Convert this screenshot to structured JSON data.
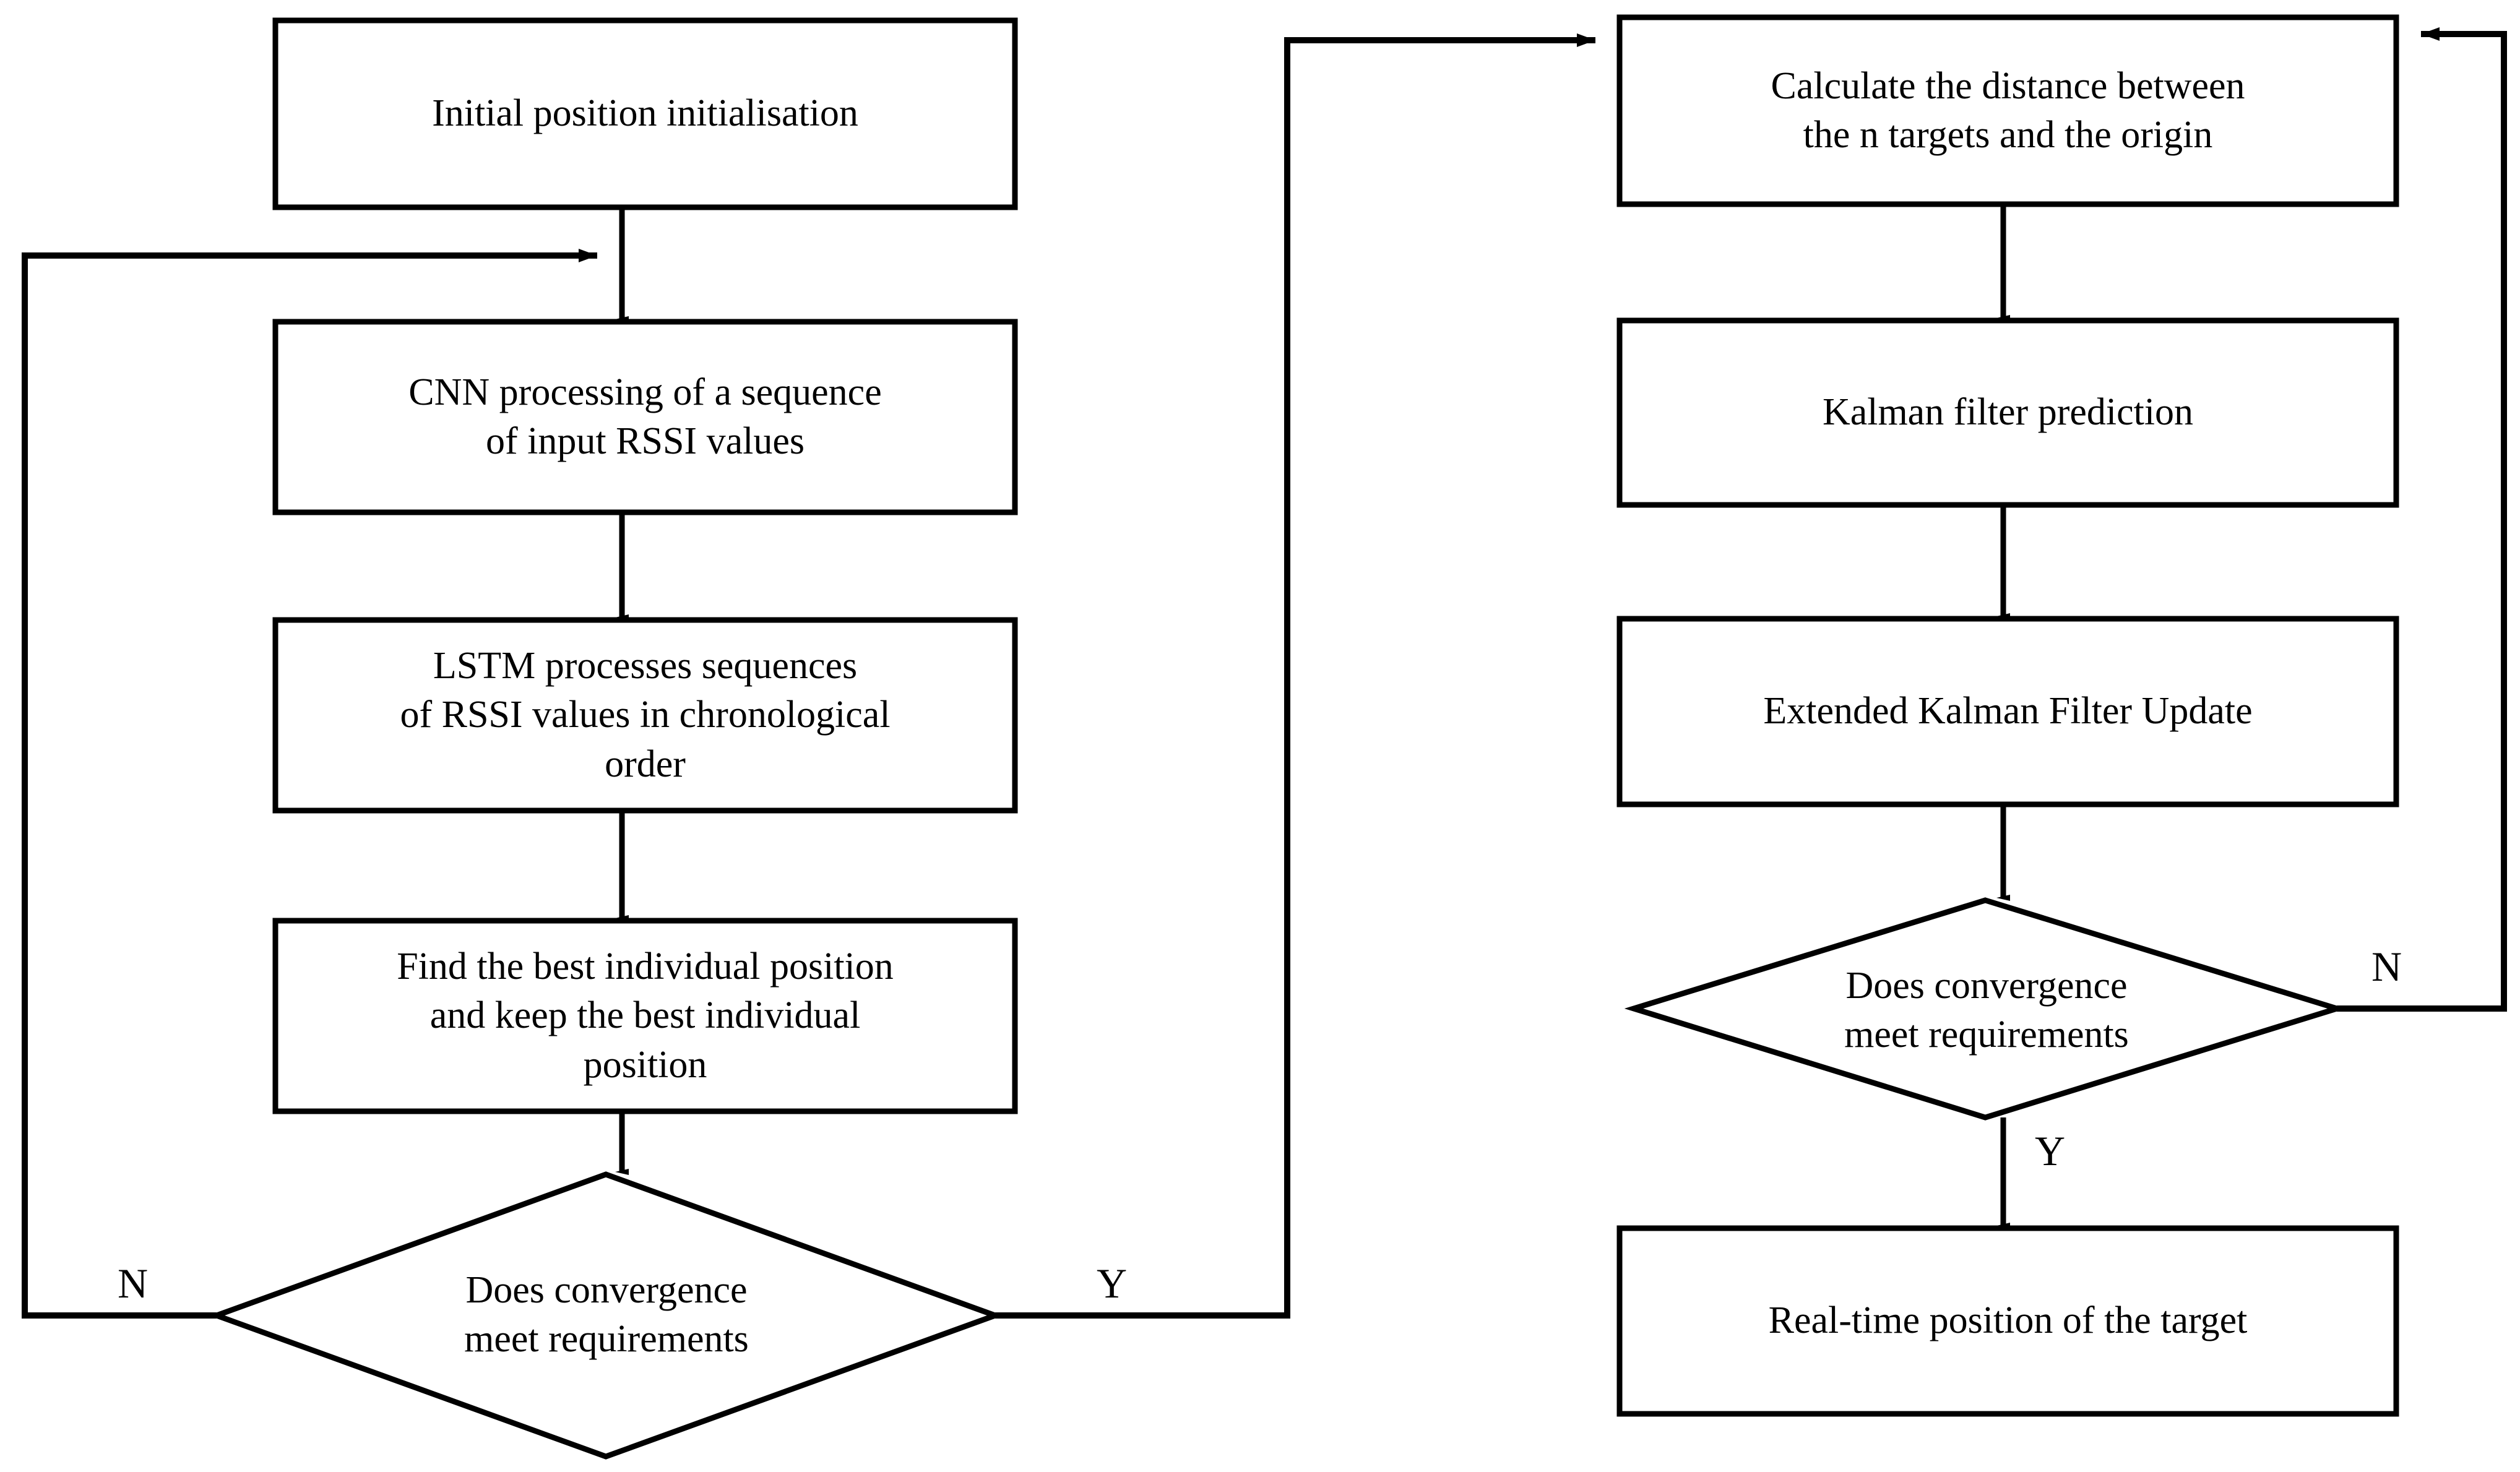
{
  "diagram": {
    "title": "CNN-LSTM localisation with extended Kalman filter flowchart",
    "stroke_color": "#000000",
    "fill_color": "#ffffff",
    "background_color": "#ffffff"
  },
  "left_column": {
    "nodes": [
      {
        "id": "initial-position",
        "shape": "process",
        "label": "Initial position initialisation"
      },
      {
        "id": "cnn-processing",
        "shape": "process",
        "label": "CNN processing of a sequence\nof input RSSI values"
      },
      {
        "id": "lstm-processing",
        "shape": "process",
        "label": "LSTM processes sequences\nof RSSI values in chronological\norder"
      },
      {
        "id": "best-individual-position",
        "shape": "process",
        "label": "Find the best individual position\nand keep the best individual\nposition"
      },
      {
        "id": "convergence-decision-left",
        "shape": "decision",
        "label": "Does convergence\nmeet requirements"
      }
    ],
    "edge_labels": {
      "no": "N",
      "yes": "Y"
    }
  },
  "right_column": {
    "nodes": [
      {
        "id": "calculate-distance",
        "shape": "process",
        "label": "Calculate the distance between\nthe n targets and the origin"
      },
      {
        "id": "kalman-prediction",
        "shape": "process",
        "label": "Kalman filter prediction"
      },
      {
        "id": "ekf-update",
        "shape": "process",
        "label": "Extended Kalman Filter Update"
      },
      {
        "id": "convergence-decision-right",
        "shape": "decision",
        "label": "Does convergence\nmeet requirements"
      },
      {
        "id": "realtime-position",
        "shape": "process",
        "label": "Real-time position of the target"
      }
    ],
    "edge_labels": {
      "no": "N",
      "yes": "Y"
    }
  }
}
